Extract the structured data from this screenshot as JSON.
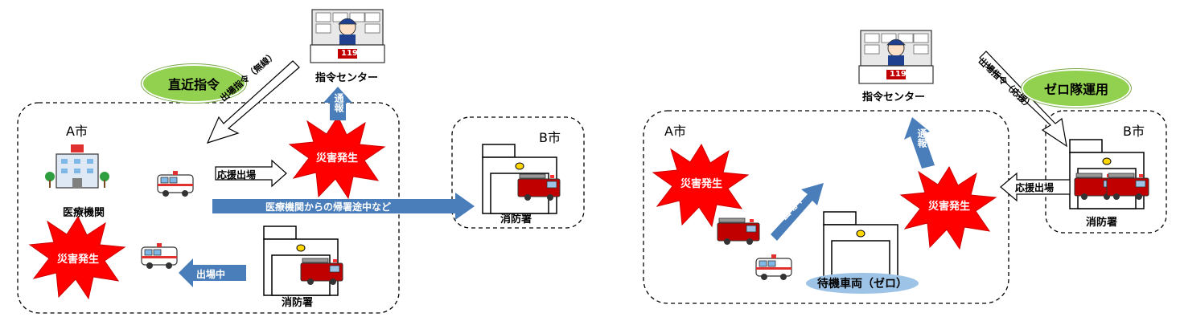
{
  "left": {
    "label_directive": "直近指令",
    "command_center": "指令センター",
    "city_a": "A市",
    "city_b": "B市",
    "medical": "医療機関",
    "fire_station_a": "消防署",
    "fire_station_b": "消防署",
    "disaster_1": "災害発生",
    "disaster_2": "災害発生",
    "arrow_report": "通報",
    "arrow_dispatch_order": "出場指令（無線）",
    "arrow_support": "応援出場",
    "arrow_returning": "医療機関からの帰署途中など",
    "arrow_dispatching": "出場中",
    "sign_119": "119"
  },
  "right": {
    "label_zero": "ゼロ隊運用",
    "command_center": "指令センター",
    "city_a": "A市",
    "city_b": "B市",
    "fire_station_b": "消防署",
    "standby": "待機車両（ゼロ）",
    "disaster_1": "災害発生",
    "disaster_2": "災害発生",
    "arrow_report": "通報",
    "arrow_dispatch_order": "出場指令（応援）",
    "arrow_support": "応援出場",
    "arrow_dispatching": "出場中",
    "sign_119": "119"
  },
  "colors": {
    "burst": "#ff0000",
    "arrow_blue": "#4a7ebb",
    "label_green": "#92d050",
    "oval_blue": "#9dc3e6",
    "truck_red": "#c00000"
  }
}
